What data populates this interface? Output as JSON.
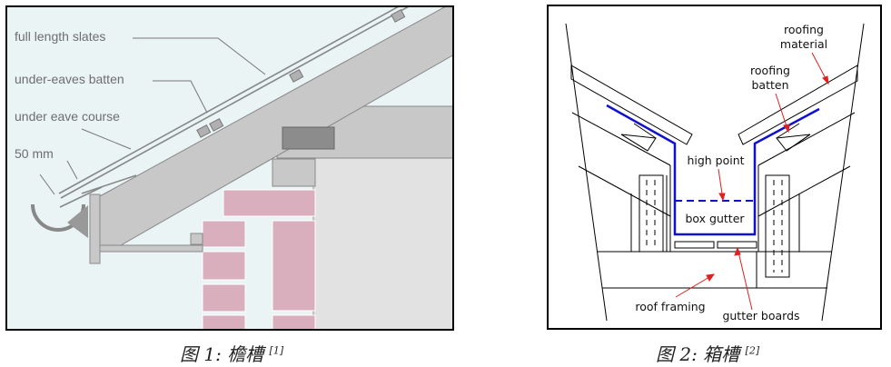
{
  "figure1": {
    "caption_prefix": "图 1: 檐槽",
    "caption_ref": "[1]",
    "labels": {
      "full_length_slates": "full length slates",
      "under_eaves_batten": "under-eaves batten",
      "under_eave_course": "under eave course",
      "dimension": "50 mm"
    },
    "colors": {
      "background": "#eaf4f4",
      "brick": "#d9afbe",
      "timber": "#c8c8c8",
      "wall": "#e3e2e2"
    }
  },
  "figure2": {
    "caption_prefix": "图 2: 箱槽",
    "caption_ref": "[2]",
    "labels": {
      "roofing_material_line1": "roofing",
      "roofing_material_line2": "material",
      "roofing_batten_line1": "roofing",
      "roofing_batten_line2": "batten",
      "high_point": "high point",
      "box_gutter": "box gutter",
      "roof_framing": "roof framing",
      "gutter_boards": "gutter boards"
    },
    "colors": {
      "gutter": "#1010d0",
      "leader": "#e02020"
    }
  }
}
